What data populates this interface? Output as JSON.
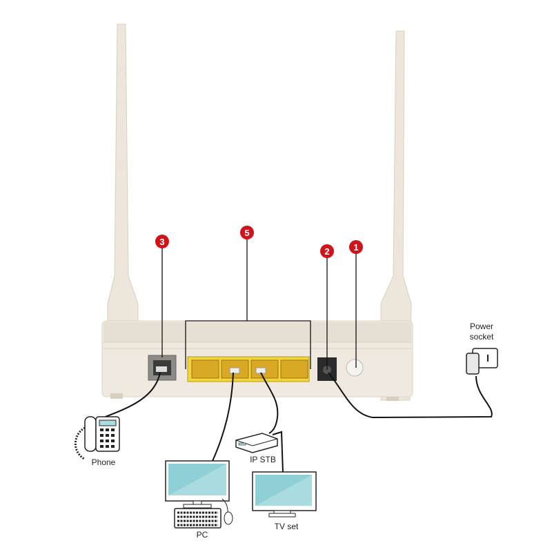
{
  "markers": [
    {
      "id": "3",
      "label": "3"
    },
    {
      "id": "5",
      "label": "5"
    },
    {
      "id": "2",
      "label": "2"
    },
    {
      "id": "1",
      "label": "1"
    }
  ],
  "devices": {
    "power_socket": "Power\nsocket",
    "power_socket_line1": "Power",
    "power_socket_line2": "socket",
    "phone": "Phone",
    "ip_stb": "IP STB",
    "pc": "PC",
    "tv": "TV set"
  },
  "colors": {
    "marker": "#d0141c",
    "lan": "#f2d43c",
    "router": "#efe9e0"
  }
}
